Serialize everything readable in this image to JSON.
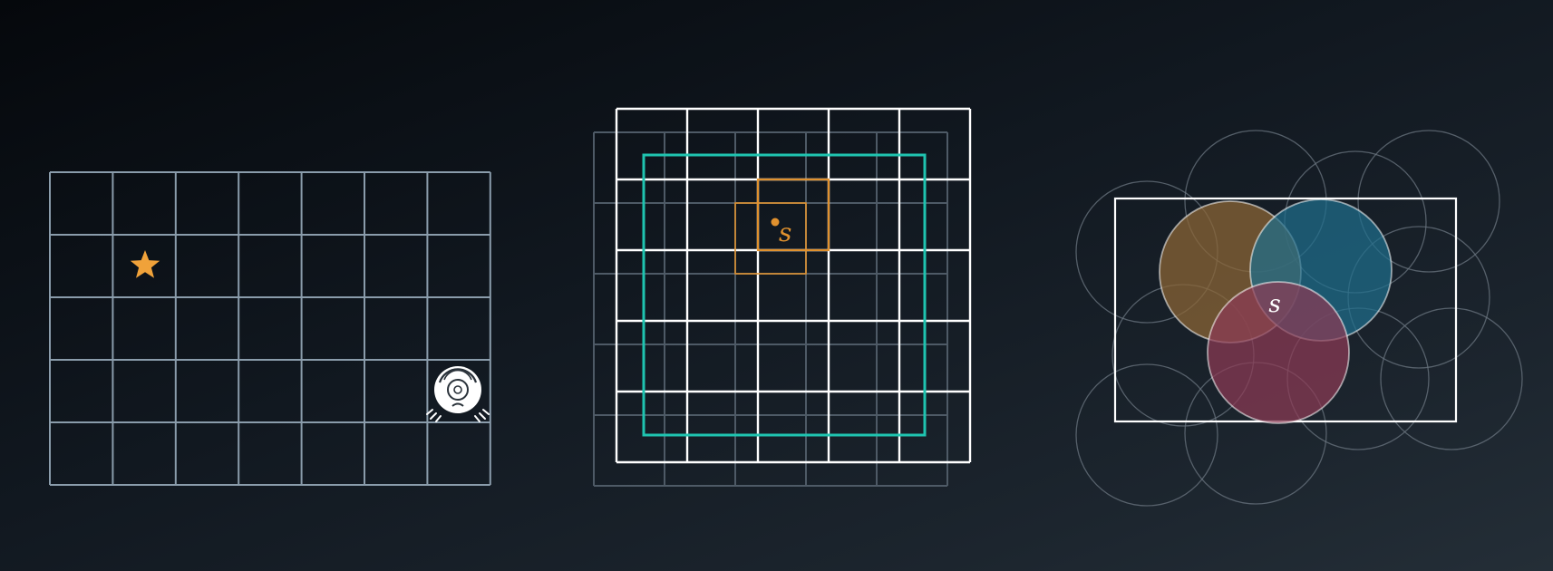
{
  "panels": {
    "gridworld": {
      "cols": 7,
      "rows": 5,
      "goal_cell": [
        1,
        1
      ],
      "robot_cell": [
        6,
        3
      ],
      "line_color": "#8a9cab",
      "goal_color": "#f0a23a",
      "goal_icon": "star-icon",
      "agent_icon": "robot-vacuum-icon"
    },
    "tile_coding": {
      "tilings": 2,
      "grid_cols": 5,
      "grid_rows": 5,
      "state_label": "s",
      "state_space_color": "#1fc4b0",
      "primary_grid_color": "#ffffff",
      "offset_grid_color": "#4e5a66",
      "active_tile_color": "#e0912e"
    },
    "coarse_coding": {
      "state_label": "s",
      "active_features": 3,
      "inactive_features": 10,
      "colors": {
        "feature_a": "#8a6436",
        "feature_b": "#1f6e8c",
        "feature_c": "#8c3a55",
        "outline": "#ffffff",
        "inactive": "#6b7680"
      }
    }
  }
}
